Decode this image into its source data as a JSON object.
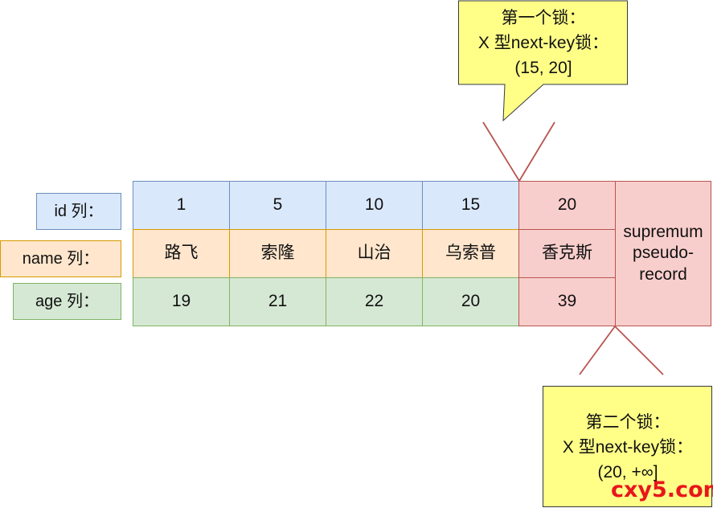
{
  "row_labels": {
    "id": "id 列：",
    "name": "name 列：",
    "age": "age 列："
  },
  "records": [
    {
      "id": "1",
      "name": "路飞",
      "age": "19"
    },
    {
      "id": "5",
      "name": "索隆",
      "age": "21"
    },
    {
      "id": "10",
      "name": "山治",
      "age": "22"
    },
    {
      "id": "15",
      "name": "乌索普",
      "age": "20"
    },
    {
      "id": "20",
      "name": "香克斯",
      "age": "39"
    }
  ],
  "supremum": {
    "line1": "supremum",
    "line2": "pseudo-",
    "line3": "record"
  },
  "callouts": {
    "first": {
      "line1": "第一个锁：",
      "line2": "X 型next-key锁：",
      "line3": "(15, 20]"
    },
    "second": {
      "line1": "第二个锁：",
      "line2": "X 型next-key锁：",
      "line3": "(20, +∞]"
    }
  },
  "watermark": "cxy5.com",
  "colors": {
    "blue_fill": "#dae8fc",
    "blue_stroke": "#6c8ebf",
    "orange_fill": "#ffe6cc",
    "orange_stroke": "#d79b00",
    "green_fill": "#d5e8d4",
    "green_stroke": "#82b366",
    "red_fill": "#f8cecc",
    "red_stroke": "#b85450",
    "callout_fill": "#ffff88",
    "callout_stroke": "#36393d",
    "watermark": "#e8161b"
  }
}
